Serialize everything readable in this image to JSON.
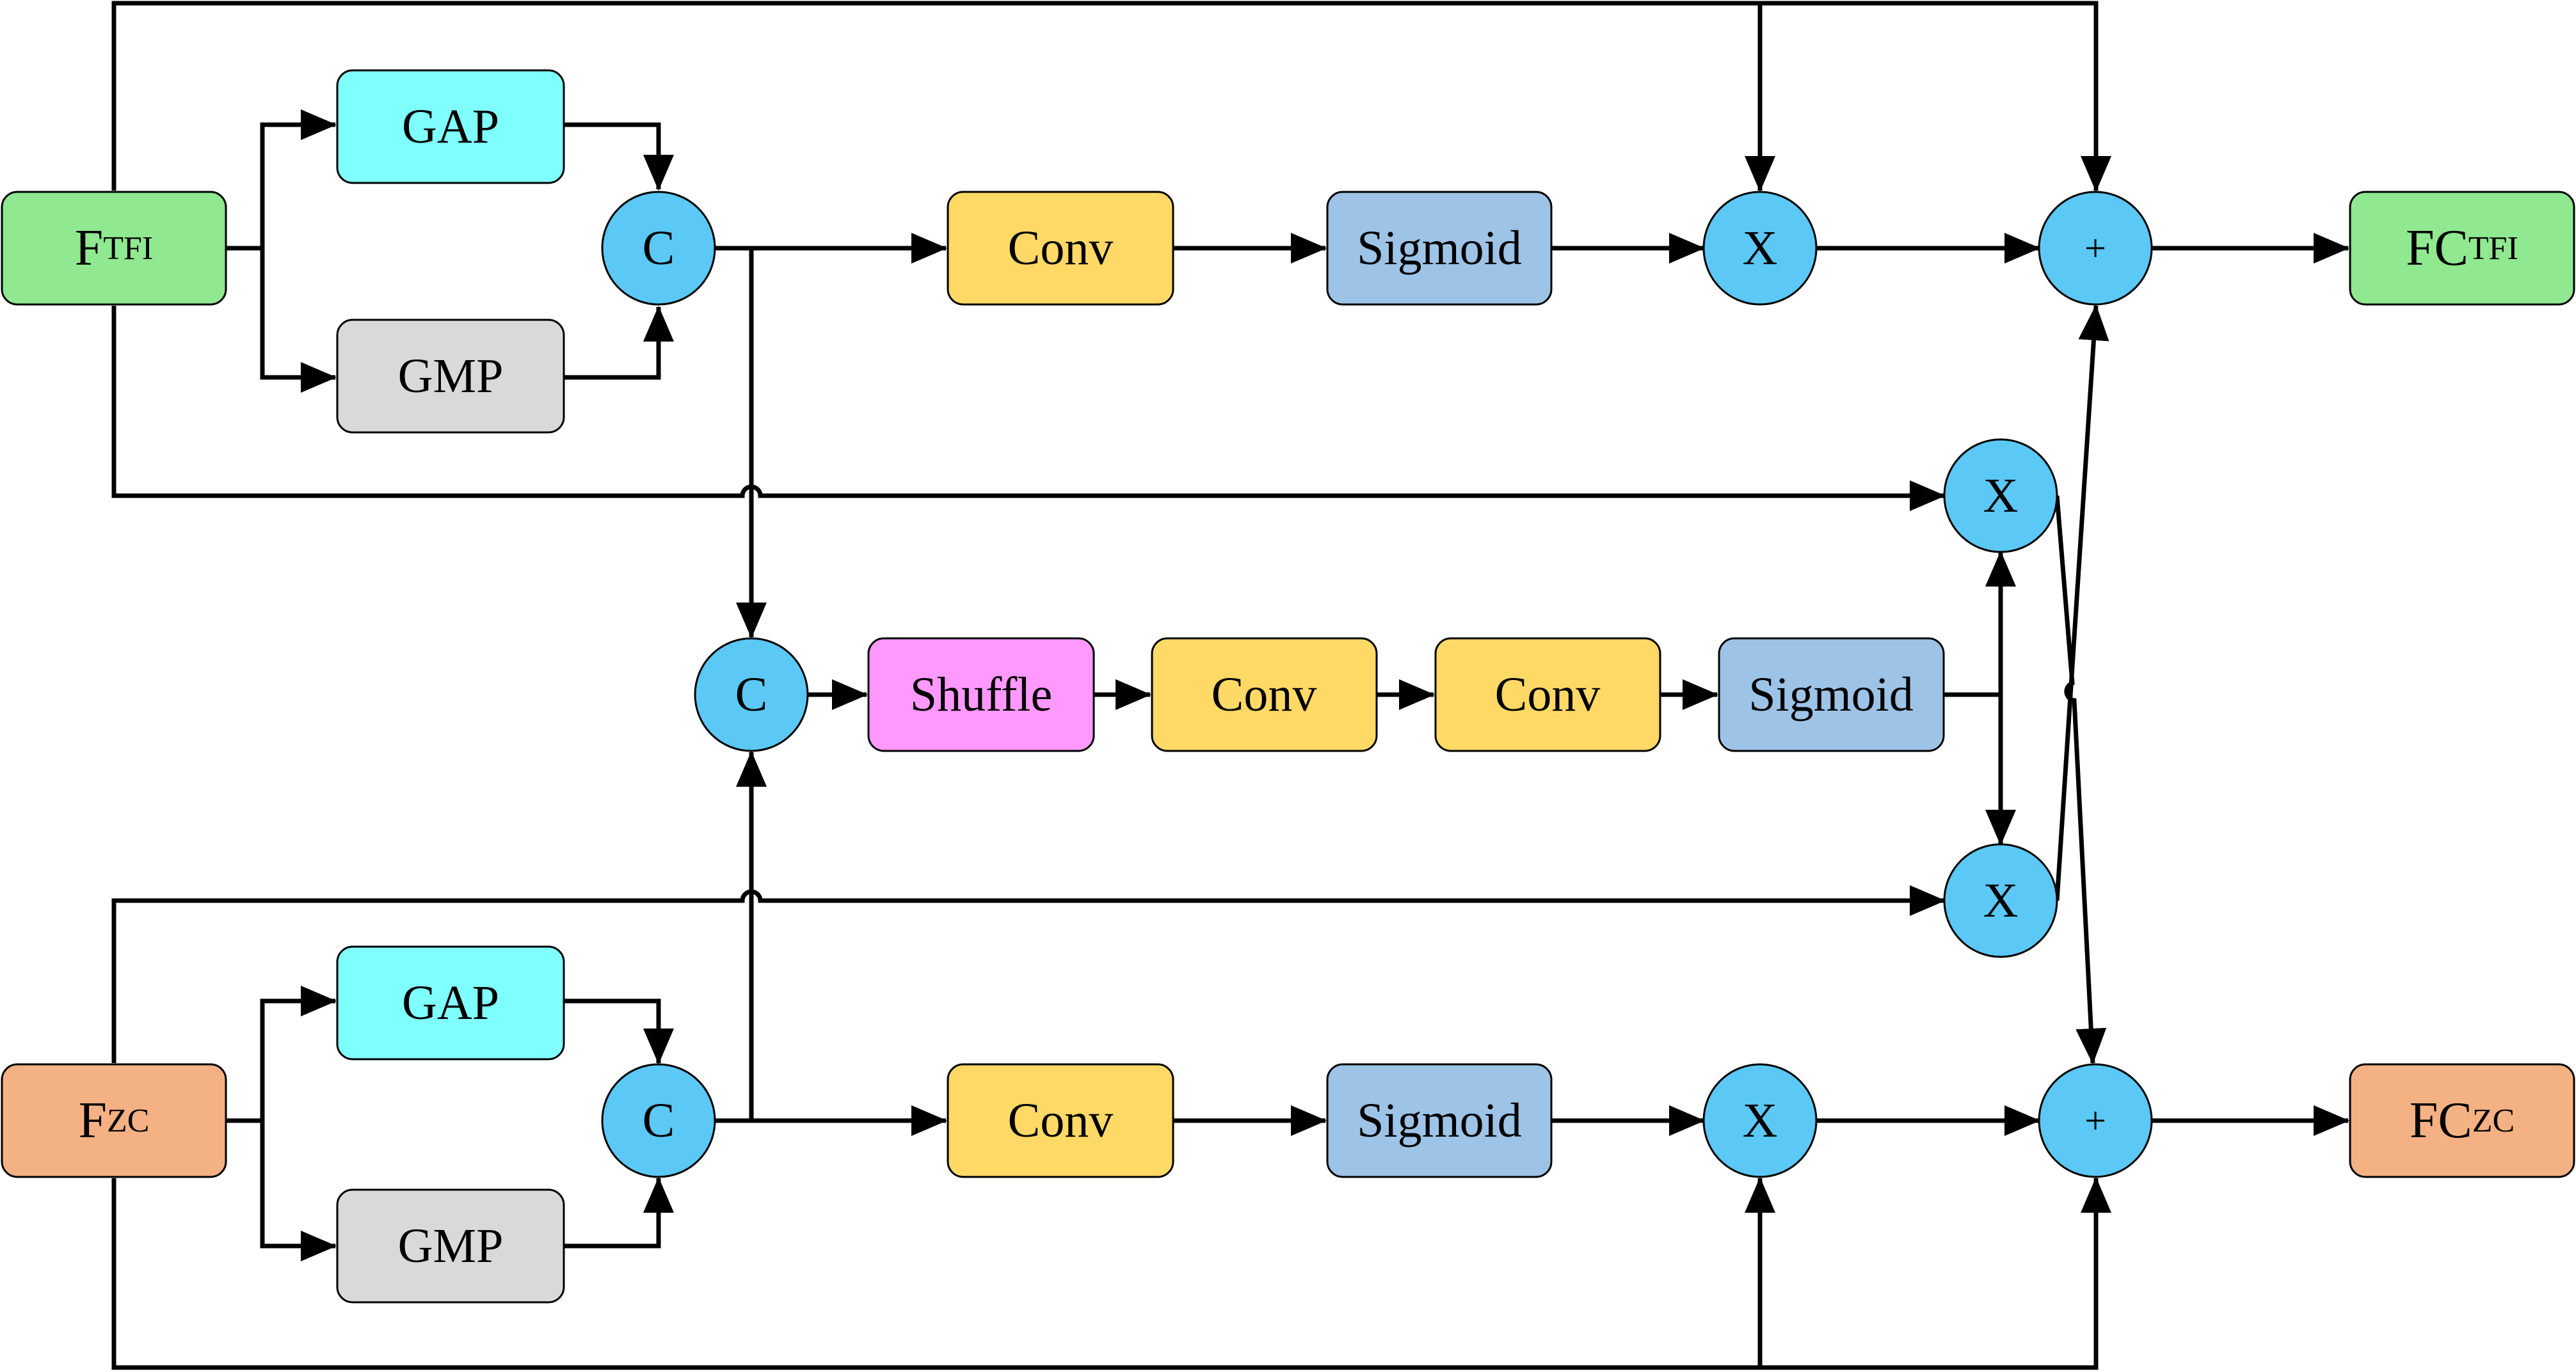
{
  "colors": {
    "input_tfi": "#90e890",
    "input_zc": "#f4b183",
    "gap": "#80ffff",
    "gmp": "#d9d9d9",
    "conv": "#ffd966",
    "sigmoid": "#9dc3e6",
    "shuffle": "#ff99ff",
    "operator": "#5bc8f5",
    "line": "#000000"
  },
  "inputs": {
    "tfi": {
      "main": "F",
      "sub": "TFI"
    },
    "zc": {
      "main": "F",
      "sub": "ZC"
    }
  },
  "outputs": {
    "tfi": {
      "main": "FC",
      "sub": "TFI"
    },
    "zc": {
      "main": "FC",
      "sub": "ZC"
    }
  },
  "top": {
    "gap": "GAP",
    "gmp": "GMP",
    "concat": "C",
    "conv": "Conv",
    "sigmoid": "Sigmoid",
    "multiply": "X",
    "add": "+"
  },
  "middle": {
    "concat": "C",
    "shuffle": "Shuffle",
    "conv1": "Conv",
    "conv2": "Conv",
    "sigmoid": "Sigmoid",
    "multiply_upper": "X",
    "multiply_lower": "X"
  },
  "bottom": {
    "gap": "GAP",
    "gmp": "GMP",
    "concat": "C",
    "conv": "Conv",
    "sigmoid": "Sigmoid",
    "multiply": "X",
    "add": "+"
  }
}
